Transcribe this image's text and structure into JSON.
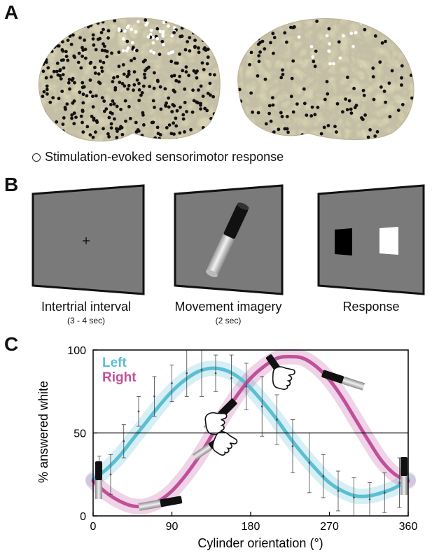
{
  "panels": {
    "a": {
      "letter": "A",
      "legend": "Stimulation-evoked sensorimotor response"
    },
    "b": {
      "letter": "B",
      "screens": [
        {
          "label": "Intertrial interval",
          "sublabel": "(3 - 4 sec)"
        },
        {
          "label": "Movement imagery",
          "sublabel": "(2 sec)"
        },
        {
          "label": "Response",
          "sublabel": ""
        }
      ]
    },
    "c": {
      "letter": "C"
    }
  },
  "colors": {
    "left": "#5bbfd3",
    "right": "#c0509a",
    "screen_gray": "#7a7a7a",
    "brain": "#d8d2b3"
  },
  "chart_data": {
    "type": "line",
    "xlabel": "Cylinder orientation (°)",
    "ylabel": "% answered white",
    "xlim": [
      0,
      360
    ],
    "ylim": [
      0,
      100
    ],
    "xticks": [
      "0",
      "90",
      "180",
      "270",
      "360"
    ],
    "yticks": [
      "0",
      "50",
      "100"
    ],
    "reference_line_y": 50,
    "series": [
      {
        "name": "Left",
        "x": [
          0,
          15,
          30,
          45,
          60,
          75,
          90,
          105,
          120,
          135,
          150,
          165,
          180,
          195,
          210,
          225,
          240,
          255,
          270,
          285,
          300,
          315,
          330,
          345,
          360
        ],
        "y": [
          22,
          28,
          36,
          46,
          56,
          66,
          75,
          82,
          87,
          89,
          88,
          84,
          77,
          68,
          58,
          47,
          37,
          28,
          20,
          15,
          12,
          12,
          14,
          17,
          22
        ]
      },
      {
        "name": "Right",
        "x": [
          0,
          15,
          30,
          45,
          60,
          75,
          90,
          105,
          120,
          135,
          150,
          165,
          180,
          195,
          210,
          225,
          240,
          255,
          270,
          285,
          300,
          315,
          330,
          345,
          360
        ],
        "y": [
          21,
          14,
          9,
          6,
          6,
          9,
          15,
          24,
          35,
          48,
          61,
          73,
          83,
          90,
          95,
          96,
          95,
          90,
          82,
          71,
          58,
          45,
          33,
          25,
          21
        ]
      }
    ],
    "data_points": {
      "x": [
        7,
        20,
        35,
        52,
        70,
        90,
        107,
        124,
        140,
        158,
        175,
        193,
        210,
        228,
        247,
        263,
        280,
        298,
        316,
        333,
        350
      ],
      "y": [
        26,
        25,
        45,
        63,
        72,
        80,
        86,
        88,
        86,
        83,
        78,
        66,
        58,
        42,
        32,
        24,
        15,
        11,
        10,
        14,
        20
      ],
      "err": [
        10,
        12,
        10,
        9,
        12,
        11,
        14,
        16,
        11,
        14,
        14,
        18,
        15,
        16,
        18,
        13,
        12,
        12,
        10,
        12,
        15
      ]
    }
  }
}
